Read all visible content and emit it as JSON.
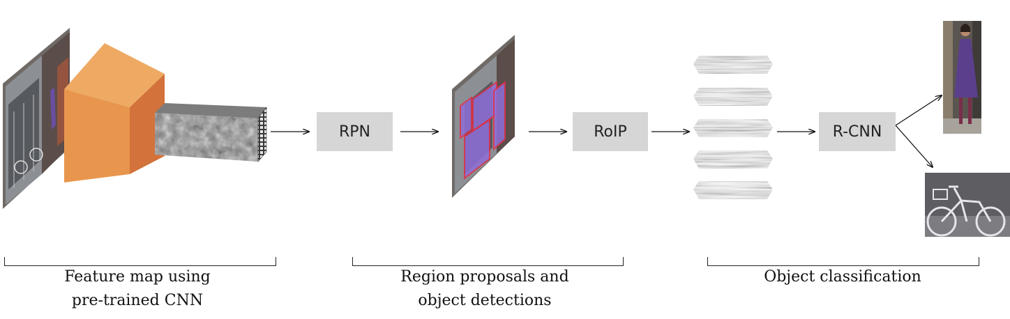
{
  "boxes": {
    "rpn": "RPN",
    "roip": "RoIP",
    "rcnn": "R-CNN"
  },
  "captions": {
    "stage1": [
      "Feature map using",
      "pre-trained CNN"
    ],
    "stage2": [
      "Region proposals and",
      "object detections"
    ],
    "stage3": [
      "Object classification"
    ]
  },
  "colors": {
    "box_fill": "#d6d6d6",
    "cnn_front": "#e8964d",
    "cnn_top": "#eeaa63",
    "cnn_side": "#d3723b",
    "proposal_fill": "#8e6fd8",
    "proposal_border": "#e0304a"
  },
  "icons": {
    "input_image": "street-scene-image-icon",
    "cnn": "cnn-frustum-icon",
    "feature_map": "feature-map-cuboid-icon",
    "proposal_image": "region-proposals-image-icon",
    "pooled_features": "pooled-feature-bar-icon",
    "output_person": "person-crop-image-icon",
    "output_bicycle": "bicycle-crop-image-icon"
  }
}
